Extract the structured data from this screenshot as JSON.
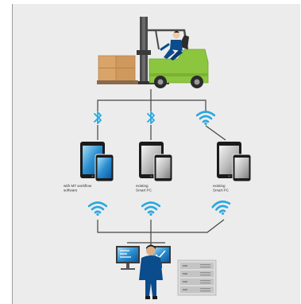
{
  "devices": [
    {
      "label_line1": "with MT workflow",
      "label_line2": "software",
      "connection": "bluetooth"
    },
    {
      "label_line1": "existing",
      "label_line2": "Smart PC",
      "connection": "bluetooth"
    },
    {
      "label_line1": "existing",
      "label_line2": "Smart PC",
      "connection": "wifi"
    }
  ],
  "colors": {
    "background": "#ececec",
    "forklift_green": "#8cc63f",
    "wireless_blue": "#2aa7e0",
    "line": "#444444",
    "worker_blue": "#0a4c8c",
    "cargo": "#d9a46a"
  },
  "icons": [
    "forklift-icon",
    "cargo-boxes-icon",
    "bluetooth-icon",
    "wifi-icon",
    "tablet-icon",
    "smartphone-icon",
    "desktop-monitor-icon",
    "worker-icon",
    "server-rack-icon"
  ]
}
